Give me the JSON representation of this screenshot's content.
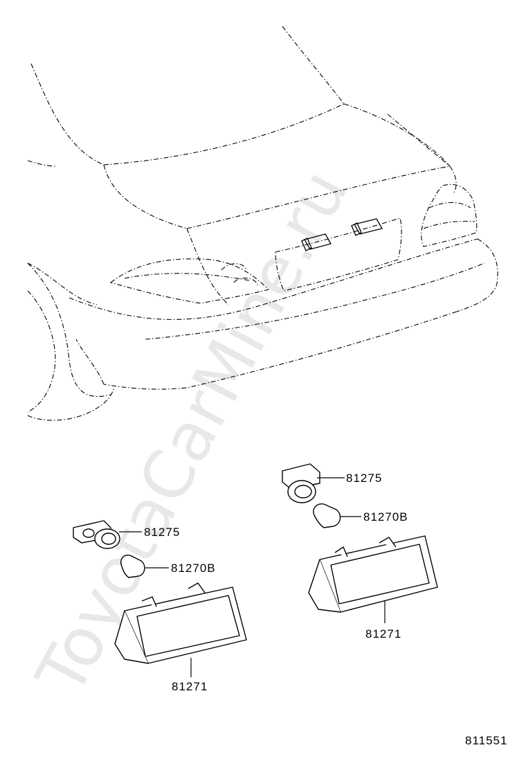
{
  "watermark": "ToyotaCarMine.ru",
  "labels": {
    "left_socket": "81275",
    "left_bulb": "81270B",
    "left_lens": "81271",
    "right_socket": "81275",
    "right_bulb": "81270B",
    "right_lens": "81271"
  },
  "figure_number": "811551"
}
